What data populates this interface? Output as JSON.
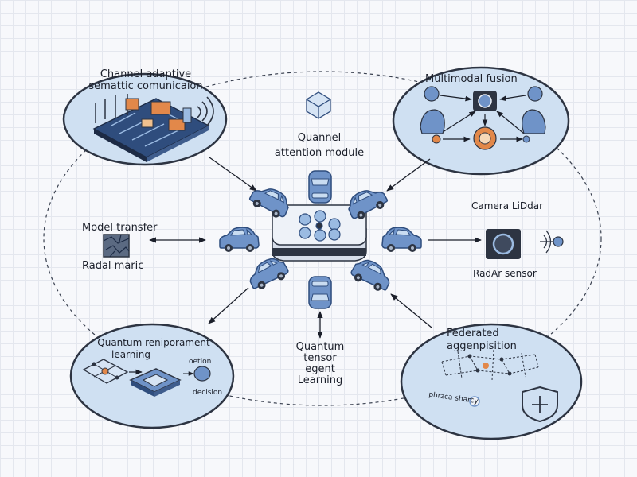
{
  "labels": {
    "channel_adaptive": [
      "Channel adaptive",
      "semattic comunicaion"
    ],
    "multimodal_fusion": "Multimodal fusion",
    "quannel_attention": [
      "Quannel",
      "attention module"
    ],
    "model_transfer": "Model transfer",
    "radal_maric": "Radal maric",
    "camera_lidar": "Camera LiDdar",
    "radar_sensor": "RadAr sensor",
    "quantum_reinforcement": [
      "Quantum reniporament",
      "learning"
    ],
    "qrl_detail": [
      "oetion",
      "decision"
    ],
    "quantum_tensor": [
      "Quantum",
      "tensor",
      "egent",
      "Learning"
    ],
    "federated": [
      "Federated",
      "aggenpisition"
    ],
    "federated_detail": "phrzca  sharcy"
  },
  "colors": {
    "circle_fill": "#cfe0f2",
    "circle_stroke": "#2d3442",
    "car_body": "#6f93c8",
    "car_dark": "#2f4d7d",
    "accent_orange": "#e2884a",
    "hub_fill": "#eef2f8"
  }
}
